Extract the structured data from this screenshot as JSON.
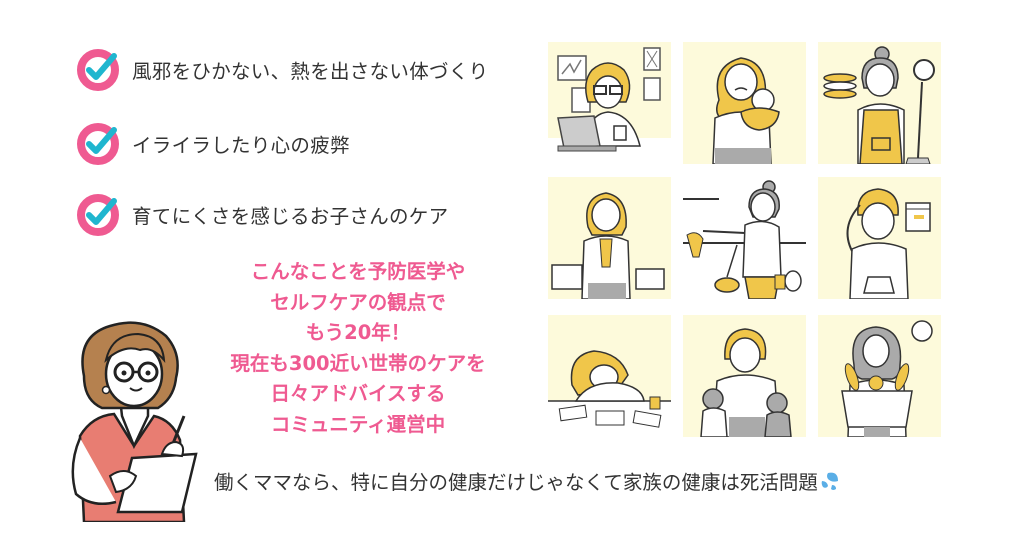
{
  "checklist": {
    "icon": "checkmark-circle-icon",
    "colors": {
      "ring": "#ef5a91",
      "check": "#1fb6cf"
    },
    "items": [
      {
        "label": "風邪をひかない、熱を出さない体づくり"
      },
      {
        "label": "イライラしたり心の疲弊"
      },
      {
        "label": "育てにくさを感じるお子さんのケア"
      }
    ]
  },
  "message": {
    "color": "#ef5a91",
    "lines": [
      "こんなことを予防医学や",
      "セルフケアの観点で",
      "もう20年！",
      "現在も300近い世帯のケアを",
      "日々アドバイスする",
      "コミュニティ運営中"
    ]
  },
  "bottom": {
    "text": "働くママなら、特に自分の健康だけじゃなくて家族の健康は死活問題",
    "emoji": "sweat-drops-icon"
  },
  "illustrations": [
    {
      "scene": "tired-woman-at-laptop-with-coffee"
    },
    {
      "scene": "stressed-mother-holding-crying-baby"
    },
    {
      "scene": "woman-juggling-dishes-and-broom"
    },
    {
      "scene": "overwhelmed-office-worker-with-paperwork"
    },
    {
      "scene": "angry-woman-pointing-at-kitchen-mess"
    },
    {
      "scene": "stressed-man-holding-calendar"
    },
    {
      "scene": "exhausted-woman-asleep-at-desk"
    },
    {
      "scene": "mother-on-phone-with-two-kids"
    },
    {
      "scene": "worried-woman-with-grocery-bag"
    }
  ],
  "teacher": {
    "scene": "smiling-woman-with-glasses-writing-on-clipboard"
  }
}
